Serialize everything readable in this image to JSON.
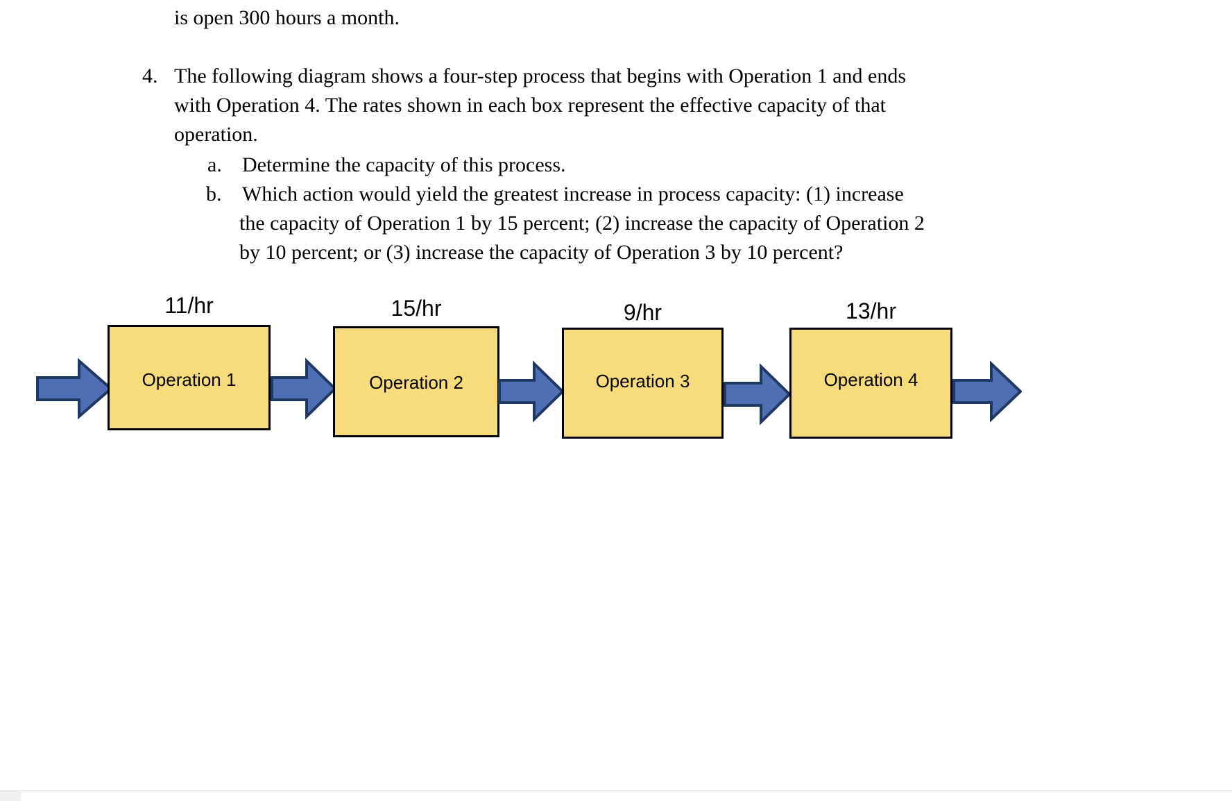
{
  "document": {
    "carryover_line": "is open 300 hours a month.",
    "question": {
      "number": "4.",
      "line1": "The following diagram shows a four-step process that begins with Operation 1 and ends",
      "line2": "with Operation 4. The rates shown in each box represent the effective capacity of that",
      "line3": "operation.",
      "parts": [
        {
          "letter": "a.",
          "line1": "Determine the capacity of this process.",
          "line2": "",
          "line3": ""
        },
        {
          "letter": "b.",
          "line1": "Which action would yield the greatest increase in process capacity: (1) increase",
          "line2": "the capacity of Operation 1 by 15 percent; (2) increase the capacity of Operation 2",
          "line3": "by 10 percent; or (3) increase the capacity of Operation 3 by 10 percent?"
        }
      ]
    }
  },
  "diagram": {
    "type": "process-flow",
    "box_fill": "#F7DC7C",
    "box_border": "#000000",
    "arrow_fill": "#4F6FB5",
    "arrow_border": "#1F3864",
    "steps": [
      {
        "label": "Operation 1",
        "rate": "11/hr",
        "rate_value": 11,
        "unit": "per hour"
      },
      {
        "label": "Operation 2",
        "rate": "15/hr",
        "rate_value": 15,
        "unit": "per hour"
      },
      {
        "label": "Operation 3",
        "rate": "9/hr",
        "rate_value": 9,
        "unit": "per hour"
      },
      {
        "label": "Operation 4",
        "rate": "13/hr",
        "rate_value": 13,
        "unit": "per hour"
      }
    ],
    "arrow_count": 5
  }
}
